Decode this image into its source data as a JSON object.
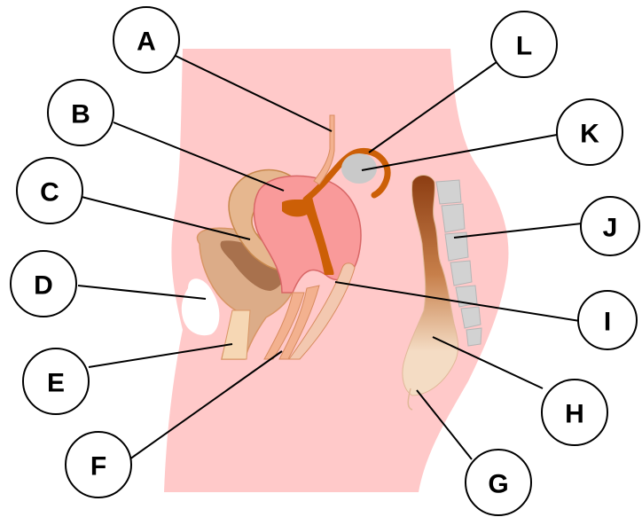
{
  "diagram": {
    "colors": {
      "body": "#ffc9c9",
      "uterus": "#f99a9a",
      "uterus_lining": "#cc5f06",
      "bladder": "#dcac88",
      "bladder_lining": "#a8714d",
      "urethra": "#f6d7b4",
      "vagina": "#f3b18f",
      "ovary": "#c9c9c9",
      "rectum_upper": "#8c3d12",
      "rectum_lower": "#f4dcc4",
      "spine": "#d2d2d2",
      "pubic_bone": "#ffffff"
    },
    "labels": [
      {
        "id": "A",
        "text": "A"
      },
      {
        "id": "B",
        "text": "B"
      },
      {
        "id": "C",
        "text": "C"
      },
      {
        "id": "D",
        "text": "D"
      },
      {
        "id": "E",
        "text": "E"
      },
      {
        "id": "F",
        "text": "F"
      },
      {
        "id": "G",
        "text": "G"
      },
      {
        "id": "H",
        "text": "H"
      },
      {
        "id": "I",
        "text": "I"
      },
      {
        "id": "J",
        "text": "J"
      },
      {
        "id": "K",
        "text": "K"
      },
      {
        "id": "L",
        "text": "L"
      }
    ]
  }
}
